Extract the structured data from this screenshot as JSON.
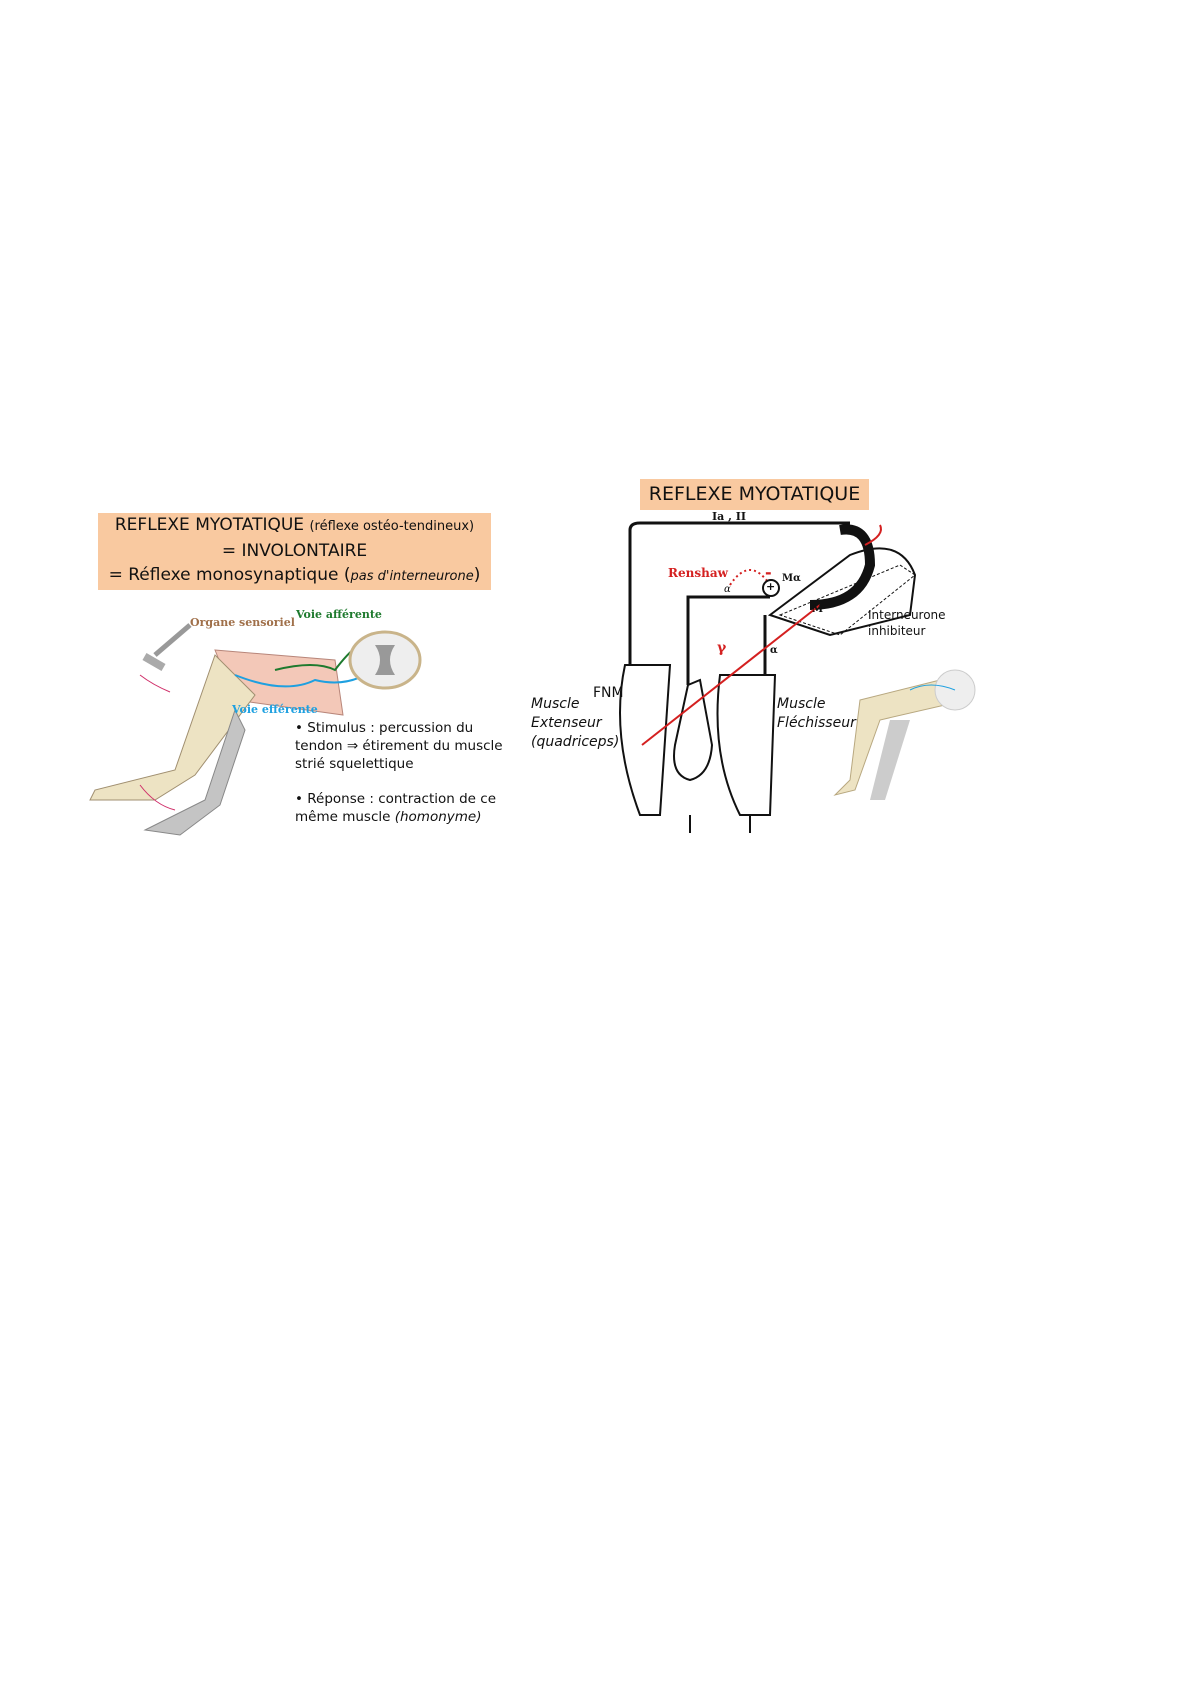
{
  "left_panel": {
    "title_line1_main": "REFLEXE MYOTATIQUE",
    "title_line1_paren": "(réflexe ostéo-tendineux)",
    "title_line2": "= INVOLONTAIRE",
    "title_line3_main": "= Réflexe monosynaptique (",
    "title_line3_italic": "pas d'interneurone",
    "title_line3_close": ")",
    "label_organ": "Organe sensoriel",
    "label_afferent": "Voie afférente",
    "label_efferent": "Voie efférente",
    "stimulus": [
      "• Stimulus : percussion du",
      "tendon ⇒ étirement du muscle",
      "strié squelettique"
    ],
    "response_line1": "• Réponse : contraction de ce",
    "response_line2_main": "même muscle ",
    "response_line2_italic": "(homonyme)",
    "colors": {
      "organ": "#a0704a",
      "afferent": "#1e7a2e",
      "efferent": "#1ea0e0",
      "box": "#f9c9a0"
    }
  },
  "right_panel": {
    "title": "REFLEXE MYOTATIQUE",
    "label_fibers": "Ia , II",
    "label_renshaw": "Renshaw",
    "label_minus": "-",
    "label_plus": "+",
    "label_alpha1": "α",
    "label_alpha2": "α",
    "label_malpha": "Mα",
    "label_m2": "M",
    "label_gamma": "γ",
    "label_interneuron": [
      "Interneurone",
      "inhibiteur"
    ],
    "label_fnm": "FNM",
    "label_extensor": [
      "Muscle",
      "Extenseur",
      "(quadriceps)"
    ],
    "label_flexor": [
      "Muscle",
      "Fléchisseur"
    ],
    "colors": {
      "accent": "#d42020"
    }
  }
}
